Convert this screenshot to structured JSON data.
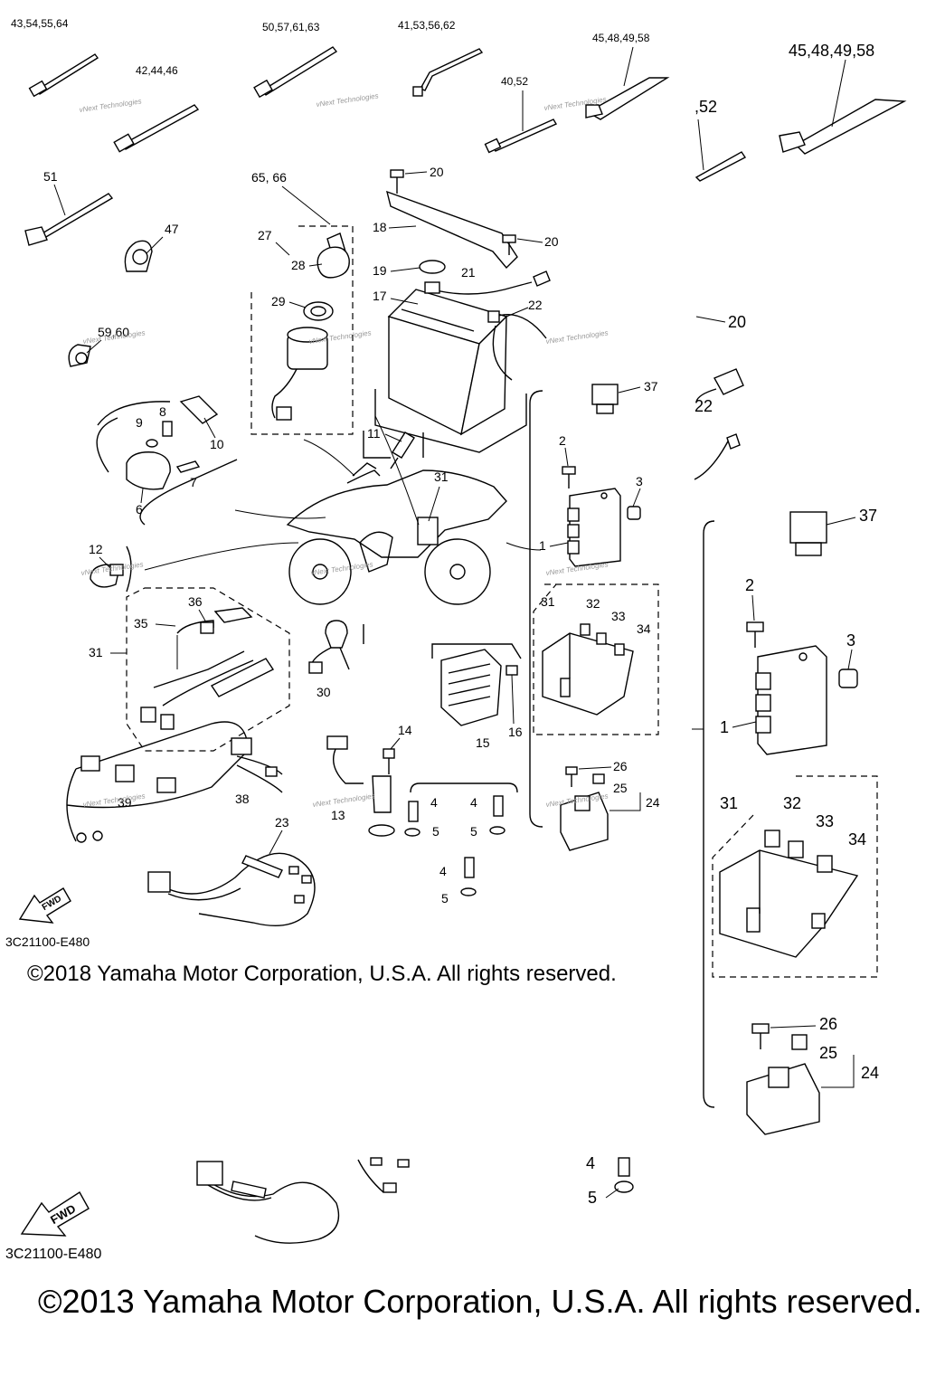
{
  "copyright_top": "©2018 Yamaha Motor Corporation, U.S.A. All rights reserved.",
  "copyright_bottom": "©2013 Yamaha Motor Corporation, U.S.A. All rights reserved.",
  "diagram_code_top": "3C21100-E480",
  "diagram_code_bottom": "3C21100-E480",
  "fwd_label": "FWD",
  "watermark": "vNext Technologies",
  "refs": {
    "r1": "43,54,55,64",
    "r2": "50,57,61,63",
    "r3": "41,53,56,62",
    "r4": "45,48,49,58",
    "r5": "42,44,46",
    "r6": "40,52",
    "r7": "45,48,49,58",
    "r8": ",52",
    "r9": "59,60",
    "r10": "65, 66"
  },
  "callouts": {
    "c1": "1",
    "c2": "2",
    "c3": "3",
    "c4": "4",
    "c5": "5",
    "c6": "6",
    "c7": "7",
    "c8": "8",
    "c9": "9",
    "c10": "10",
    "c11": "11",
    "c12": "12",
    "c13": "13",
    "c14": "14",
    "c15": "15",
    "c16": "16",
    "c17": "17",
    "c18": "18",
    "c19": "19",
    "c20": "20",
    "c21": "21",
    "c22": "22",
    "c23": "23",
    "c24": "24",
    "c25": "25",
    "c26": "26",
    "c27": "27",
    "c28": "28",
    "c29": "29",
    "c30": "30",
    "c31": "31",
    "c32": "32",
    "c33": "33",
    "c34": "34",
    "c35": "35",
    "c36": "36",
    "c37": "37",
    "c38": "38",
    "c39": "39",
    "c47": "47",
    "c51": "51"
  }
}
